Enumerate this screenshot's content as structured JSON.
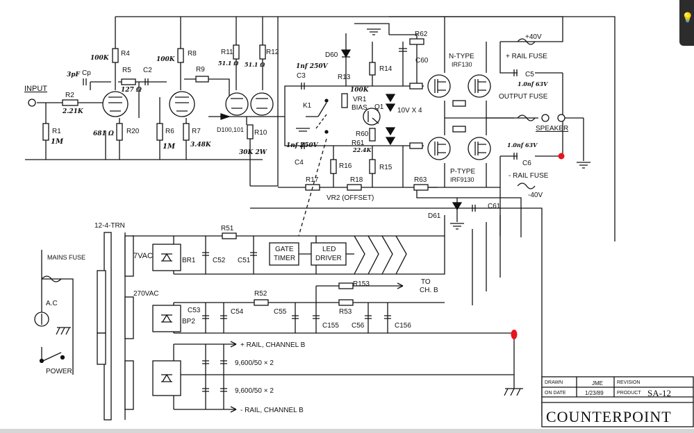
{
  "colors": {
    "ink": "#111111",
    "marker": "#e8141e",
    "tab": "#2c2c2c"
  },
  "icons": {
    "tab": "lightbulb-icon"
  },
  "labels": {
    "input": "INPUT",
    "r1": "R1",
    "r1v": "1M",
    "r2": "R2",
    "r2v": "2.21K",
    "r4": "R4",
    "r4v": "100K",
    "cp": "Cp",
    "cpv": "3pF",
    "r5": "R5",
    "r5v": "127 Ω",
    "c2": "C2",
    "r20": "R20",
    "r20v": "681 Ω",
    "r8": "R8",
    "r8v": "100K",
    "r9": "R9",
    "r6": "R6",
    "r6v": "1M",
    "r7": "R7",
    "r7v": "3.48K",
    "r11": "R11",
    "r11v": "51.1 Ω",
    "r12": "R12",
    "r12v": "51.1 Ω",
    "d100": "D100,101",
    "r10": "R10",
    "r10v": "30K 2W",
    "d60": "D60",
    "r62": "R62",
    "r14": "R14",
    "c60": "C60",
    "c3": "C3",
    "c3v": "1nf 250V",
    "r13": "R13",
    "vr1": "VR1",
    "vr1v": "100K",
    "bias": "BIAS",
    "q1": "Q1",
    "k1": "K1",
    "r60": "R60",
    "r61": "R61",
    "r61v": "22.4K",
    "c4": "C4",
    "c4v": "1nf 250V",
    "r16": "R16",
    "r15": "R15",
    "r17": "R17",
    "r18": "R18",
    "vr2": "VR2 (OFFSET)",
    "r63": "R63",
    "d61": "D61",
    "c61": "C61",
    "zener": "10V X 4",
    "ntype": "N-TYPE",
    "irf130": "IRF130",
    "ptype": "P-TYPE",
    "irf9130": "IRF9130",
    "plus40": "+40V",
    "railfuse_pos": "+ RAIL FUSE",
    "c5": "C5",
    "c5v": "1.0nf 63V",
    "outputfuse": "OUTPUT FUSE",
    "speaker": "SPEAKER",
    "c6": "C6",
    "c6v": "1.0nf 63V",
    "railfuse_neg": "- RAIL FUSE",
    "minus40": "-40V",
    "transformer": "12-4-TRN",
    "mainsfuse": "MAINS FUSE",
    "ac": "A.C",
    "power": "POWER",
    "vac7": "7VAC",
    "br1": "BR1",
    "r51": "R51",
    "c52": "C52",
    "c51": "C51",
    "gate": "GATE",
    "timer": "TIMER",
    "led": "LED",
    "driver": "DRIVER",
    "vac270": "270VAC",
    "c53": "C53",
    "bp2": "BP2",
    "c54": "C54",
    "r52": "R52",
    "c55": "C55",
    "r153": "R153",
    "to": "TO",
    "chb": "CH. B",
    "r53": "R53",
    "c155": "C155",
    "c56": "C56",
    "c156": "C156",
    "railpos_b": "+ RAIL, CHANNEL B",
    "cap1": "9,600/50 × 2",
    "cap2": "9,600/50 × 2",
    "railneg_b": "- RAIL, CHANNEL B"
  },
  "titleblock": {
    "drawn_label": "DRAWN",
    "drawn_value": "JME",
    "revision_label": "REVISION",
    "date_label": "ON DATE",
    "date_value": "1/23/89",
    "product_label": "PRODUCT",
    "product_value": "SA-12",
    "company": "COUNTERPOINT"
  }
}
